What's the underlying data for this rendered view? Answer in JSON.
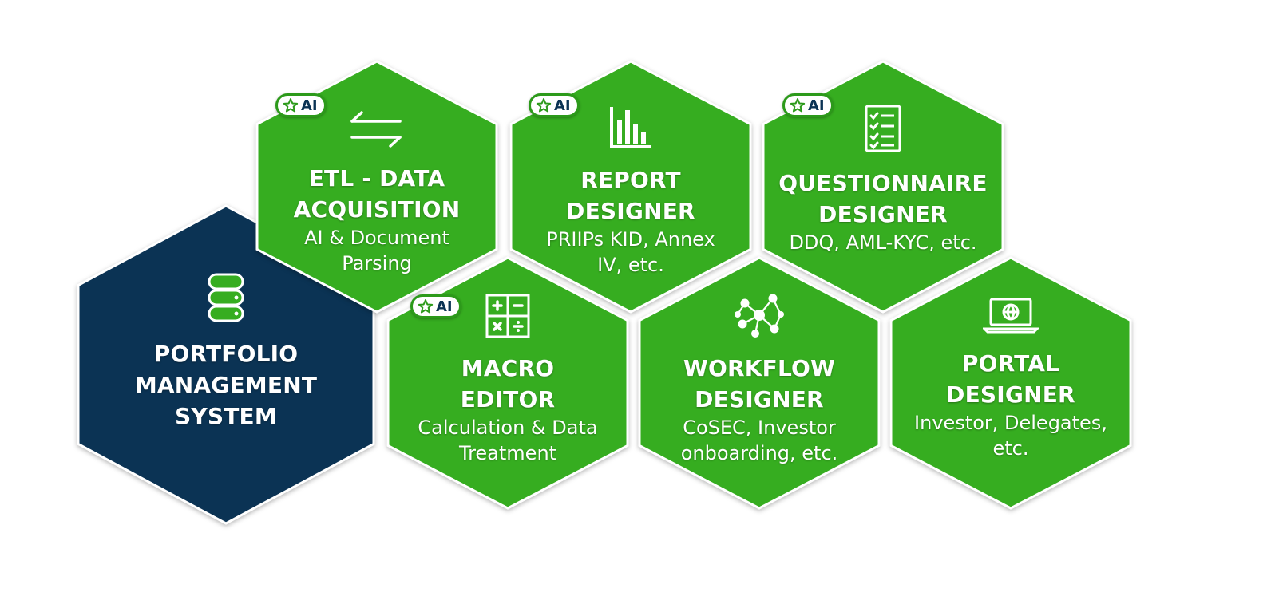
{
  "colors": {
    "green": "#36ad20",
    "navy": "#0b3354",
    "badge_text": "#0b3354",
    "text": "#ffffff"
  },
  "ai_badge_label": "AI",
  "hexes": [
    {
      "id": "etl",
      "title": [
        "ETL - DATA",
        "ACQUISITION"
      ],
      "subtitle": [
        "AI & Document",
        "Parsing"
      ],
      "icon": "arrows-exchange-icon",
      "ai": true,
      "color": "green"
    },
    {
      "id": "report",
      "title": [
        "REPORT",
        "DESIGNER"
      ],
      "subtitle": [
        "PRIIPs KID, Annex",
        "IV, etc."
      ],
      "icon": "bar-chart-icon",
      "ai": true,
      "color": "green"
    },
    {
      "id": "questionnaire",
      "title": [
        "QUESTIONNAIRE",
        "DESIGNER"
      ],
      "subtitle": [
        "DDQ, AML-KYC, etc."
      ],
      "icon": "checklist-icon",
      "ai": true,
      "color": "green"
    },
    {
      "id": "pms",
      "title": [
        "PORTFOLIO",
        "MANAGEMENT",
        "SYSTEM"
      ],
      "subtitle": [],
      "icon": "database-icon",
      "ai": false,
      "color": "navy"
    },
    {
      "id": "macro",
      "title": [
        "MACRO",
        "EDITOR"
      ],
      "subtitle": [
        "Calculation & Data",
        "Treatment"
      ],
      "icon": "calculator-icon",
      "ai": true,
      "color": "green"
    },
    {
      "id": "workflow",
      "title": [
        "WORKFLOW",
        "DESIGNER"
      ],
      "subtitle": [
        "CoSEC, Investor",
        "onboarding, etc."
      ],
      "icon": "network-icon",
      "ai": false,
      "color": "green"
    },
    {
      "id": "portal",
      "title": [
        "PORTAL",
        "DESIGNER"
      ],
      "subtitle": [
        "Investor, Delegates,",
        "etc."
      ],
      "icon": "laptop-globe-icon",
      "ai": false,
      "color": "green"
    }
  ]
}
